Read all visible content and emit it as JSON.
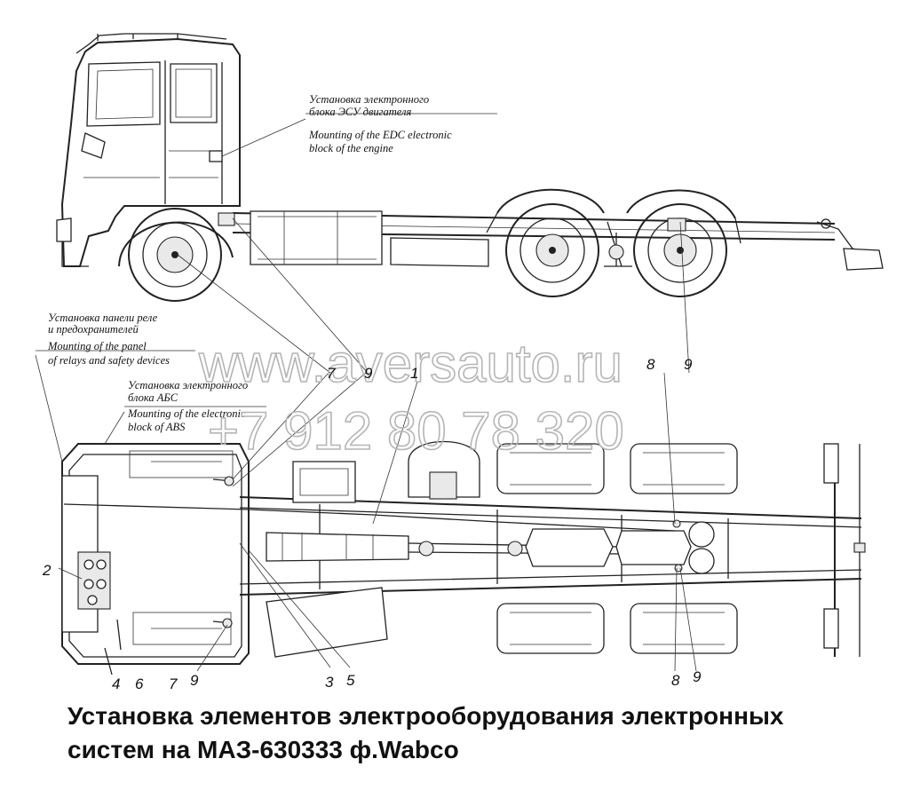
{
  "callouts": {
    "ecu_ru_1": "Установка электронного",
    "ecu_ru_2": "блока ЭСУ двигателя",
    "ecu_en_1": "Mounting of the EDC electronic",
    "ecu_en_2": "block of the engine",
    "relay_ru_1": "Установка панели реле",
    "relay_ru_2": "и предохранителей",
    "relay_en_1": "Mounting of the panel",
    "relay_en_2": "of relays and safety devices",
    "abs_ru_1": "Установка электронного",
    "abs_ru_2": "блока АБС",
    "abs_en_1": "Mounting of the electronic",
    "abs_en_2": "block of ABS"
  },
  "labels": {
    "top_7": "7",
    "top_9a": "9",
    "top_1": "1",
    "top_8": "8",
    "top_9b": "9",
    "side_2": "2",
    "bot_4": "4",
    "bot_6": "6",
    "bot_7": "7",
    "bot_9a": "9",
    "bot_3": "3",
    "bot_5": "5",
    "bot_8": "8",
    "bot_9b": "9"
  },
  "watermark": {
    "site": "www.aversauto.ru",
    "phone": "+7 912 80 78 320"
  },
  "caption": {
    "line1": "Установка элементов электрооборудования электронных",
    "line2": "систем на МАЗ-630333 ф.Wabco"
  }
}
